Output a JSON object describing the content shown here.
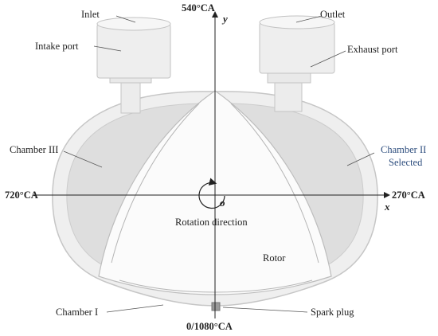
{
  "labels": {
    "inlet": "Inlet",
    "outlet": "Outlet",
    "intake_port": "Intake port",
    "exhaust_port": "Exhaust port",
    "chamber_three": "Chamber III",
    "chamber_two": "Chamber II",
    "selected": "Selected",
    "rotation_direction": "Rotation direction",
    "rotor": "Rotor",
    "chamber_one": "Chamber I",
    "spark_plug": "Spark plug",
    "origin": "o"
  },
  "angles": {
    "top": "540°CA",
    "left": "720°CA",
    "right": "270°CA",
    "bottom": "0/1080°CA"
  },
  "axes": {
    "x": "x",
    "y": "y"
  },
  "colors": {
    "housing_fill": "#e8e8e8",
    "housing_edge": "#c8c8c8",
    "chamber_fill": "#dcdcdc",
    "selected_text": "#2e4e7e",
    "axis": "#222222"
  }
}
